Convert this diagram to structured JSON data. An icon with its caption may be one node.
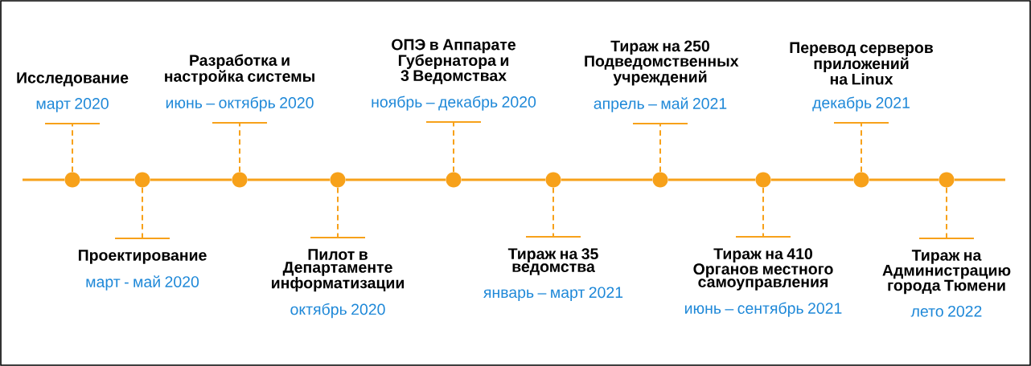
{
  "diagram": {
    "nodes": [
      {
        "text": [
          "Исследование",
          "март 2020"
        ]
      },
      {
        "text": [],
        "shape": "circle"
      },
      {
        "text": [
          "Проектирование",
          "март - май 2020"
        ]
      },
      {
        "text": [],
        "shape": "circle"
      },
      {
        "text": [
          "Разработка и настройка системы",
          "июнь – октябрь 2020"
        ]
      },
      {
        "text": [],
        "shape": "circle"
      },
      {
        "text": [
          "Пилот в Департаменте информатизации",
          "октябрь 2020"
        ]
      },
      {
        "text": [],
        "shape": "circle"
      },
      {
        "text": [
          "ОПЭ в Аппарате Губернатора и 3 Ведомствах",
          "ноябрь – декабрь 2020"
        ]
      },
      {
        "text": [],
        "shape": "circle"
      },
      {
        "text": [
          "Тираж на 35 ведомства",
          "январь – март 2021"
        ]
      },
      {
        "text": [],
        "shape": "circle"
      },
      {
        "text": [
          "Тираж на 250 Подведомственных учреждений",
          "апрель – май 2021"
        ]
      },
      {
        "text": [],
        "shape": "circle"
      },
      {
        "text": [
          "Тираж на 410 Органов местного самоуправления",
          "июнь – сентябрь 2021"
        ]
      },
      {
        "text": [],
        "shape": "circle"
      },
      {
        "text": [
          "Перевод серверов приложений на Linux",
          "декабрь 2021"
        ]
      },
      {
        "text": [],
        "shape": "circle"
      },
      {
        "text": [
          "Тираж на Администрацию города Тюмени",
          "лето 2022"
        ]
      },
      {
        "text": [],
        "shape": "circle"
      }
    ],
    "edges": [
      {
        "from": 1,
        "to": 0,
        "arrow": "none",
        "style": "dashed"
      },
      {
        "from": 3,
        "to": 2,
        "arrow": "none",
        "style": "dashed"
      },
      {
        "from": 5,
        "to": 4,
        "arrow": "none",
        "style": "dashed"
      },
      {
        "from": 7,
        "to": 6,
        "arrow": "none",
        "style": "dashed"
      },
      {
        "from": 9,
        "to": 8,
        "arrow": "none",
        "style": "dashed"
      },
      {
        "from": 11,
        "to": 10,
        "arrow": "none",
        "style": "dashed"
      },
      {
        "from": 13,
        "to": 12,
        "arrow": "none",
        "style": "dashed"
      },
      {
        "from": 15,
        "to": 14,
        "arrow": "none",
        "style": "dashed"
      },
      {
        "from": 17,
        "to": 16,
        "arrow": "none",
        "style": "dashed"
      },
      {
        "from": 19,
        "to": 18,
        "arrow": "none",
        "style": "dashed"
      },
      {
        "from": 1,
        "to": 3,
        "arrow": "none"
      },
      {
        "from": 3,
        "to": 5,
        "arrow": "none"
      },
      {
        "from": 5,
        "to": 7,
        "arrow": "none"
      },
      {
        "from": 7,
        "to": 9,
        "arrow": "none"
      },
      {
        "from": 9,
        "to": 11,
        "arrow": "none"
      },
      {
        "from": 11,
        "to": 13,
        "arrow": "none"
      },
      {
        "from": 13,
        "to": 15,
        "arrow": "none"
      },
      {
        "from": 15,
        "to": 17,
        "arrow": "none"
      },
      {
        "from": 17,
        "to": 19,
        "arrow": "none"
      }
    ]
  }
}
